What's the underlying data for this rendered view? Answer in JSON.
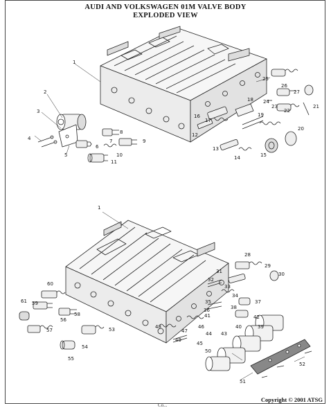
{
  "header": {
    "title_line1": "AUDI AND VOLKSWAGEN 01M VALVE BODY",
    "title_line2": "EXPLODED VIEW"
  },
  "footer": {
    "copyright": "Copyright © 2001 ATSG",
    "page_number": "Co..."
  },
  "diagram": {
    "upper_callouts": [
      "1",
      "2",
      "3",
      "4",
      "5",
      "6",
      "7",
      "8",
      "9",
      "10",
      "11",
      "12",
      "13",
      "14",
      "15",
      "16",
      "17",
      "18",
      "19",
      "20",
      "21",
      "22",
      "23",
      "24",
      "25",
      "26",
      "27"
    ],
    "lower_callouts": [
      "1",
      "28",
      "29",
      "30",
      "31",
      "32",
      "33",
      "34",
      "35",
      "36",
      "37",
      "38",
      "39",
      "40",
      "41",
      "42",
      "43",
      "44",
      "45",
      "46",
      "47",
      "48",
      "49",
      "50",
      "51",
      "52",
      "53",
      "54",
      "55",
      "56",
      "57",
      "58",
      "59",
      "60",
      "61"
    ]
  }
}
